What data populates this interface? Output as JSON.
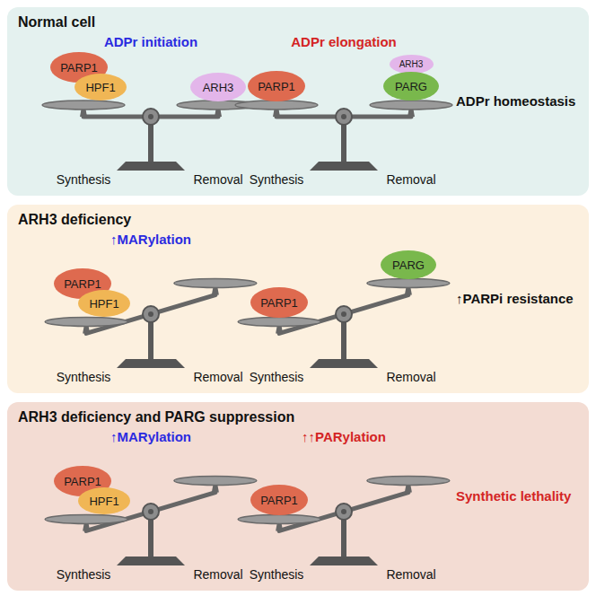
{
  "diagram": {
    "nodes": [
      {
        "text": [
          "Normal cell"
        ]
      },
      {
        "text": [
          "PARP1"
        ],
        "in": 0
      },
      {
        "text": [
          "HPF1"
        ],
        "in": 0
      },
      {
        "text": [
          "ARH3"
        ],
        "in": 0
      },
      {
        "text": [
          "PARP1"
        ],
        "in": 0
      },
      {
        "text": [
          "ARH3"
        ],
        "in": 0
      },
      {
        "text": [
          "PARG"
        ],
        "in": 0
      },
      {
        "text": [
          "ARH3 deficiency"
        ]
      },
      {
        "text": [
          "PARP1"
        ],
        "in": 7
      },
      {
        "text": [
          "HPF1"
        ],
        "in": 7
      },
      {
        "text": [
          "PARP1"
        ],
        "in": 7
      },
      {
        "text": [
          "PARG"
        ],
        "in": 7
      },
      {
        "text": [
          "ARH3 deficiency and PARG suppression"
        ]
      },
      {
        "text": [
          "PARP1"
        ],
        "in": 12
      },
      {
        "text": [
          "HPF1"
        ],
        "in": 12
      },
      {
        "text": [
          "PARP1"
        ],
        "in": 12
      }
    ],
    "labels": [
      "ADPr initiation",
      "ADPr elongation",
      "ADPr homeostasis",
      "Synthesis",
      "Removal",
      "Synthesis",
      "Removal",
      "↑MARylation",
      "↑PARPi resistance",
      "Synthesis",
      "Removal",
      "Synthesis",
      "Removal",
      "↑MARylation",
      "↑↑PARylation",
      "Synthetic lethality",
      "Synthesis",
      "Removal",
      "Synthesis",
      "Removal"
    ]
  }
}
